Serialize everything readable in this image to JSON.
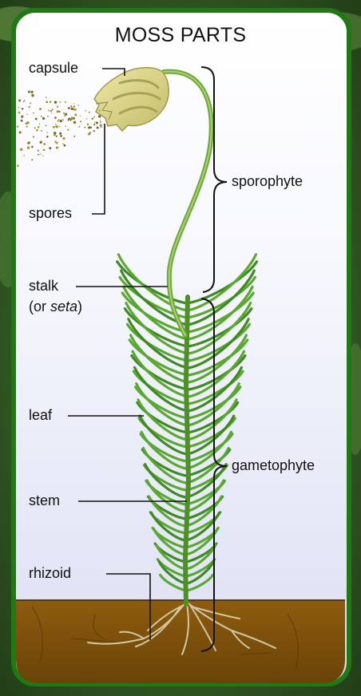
{
  "title": "MOSS PARTS",
  "labels": {
    "capsule": "capsule",
    "spores": "spores",
    "stalk": "stalk",
    "stalk_alt_open": "(or ",
    "stalk_alt_term": "seta",
    "stalk_alt_close": ")",
    "leaf": "leaf",
    "stem": "stem",
    "rhizoid": "rhizoid",
    "sporophyte": "sporophyte",
    "gametophyte": "gametophyte"
  },
  "colors": {
    "frame": "#1f7a14",
    "soil": "#8a5a0c",
    "leaf": "#5aa832",
    "capsule": "#dcd58a"
  }
}
